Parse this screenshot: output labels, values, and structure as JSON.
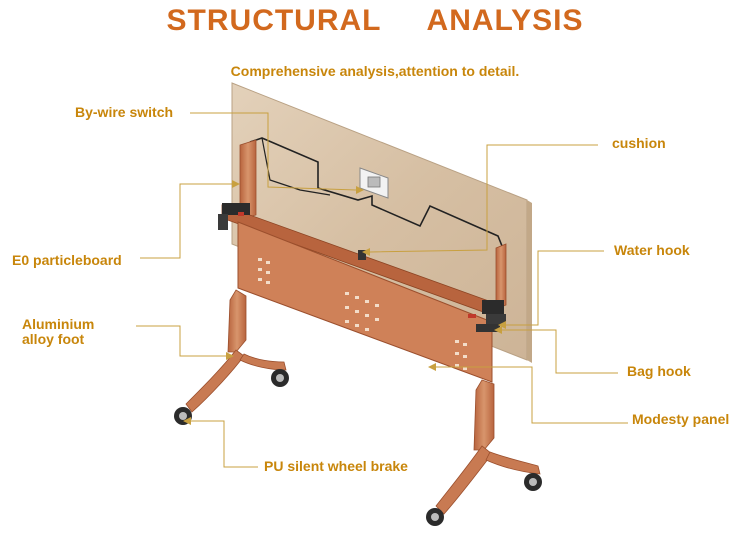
{
  "title": "STRUCTURAL     ANALYSIS",
  "subtitle": "Comprehensive analysis,attention to detail.",
  "colors": {
    "accent": "#d2691e",
    "label_text": "#c8860b",
    "leader_line": "#c8a040",
    "frame": "#c87a52",
    "tabletop": "#d9c3a8"
  },
  "labels": {
    "by_wire_switch": "By-wire switch",
    "cushion": "cushion",
    "e0_particleboard": "E0 particleboard",
    "water_hook": "Water hook",
    "aluminium_line1": "Aluminium",
    "aluminium_line2": "alloy foot",
    "bag_hook": "Bag hook",
    "modesty_panel": "Modesty panel",
    "pu_wheel": "PU silent wheel brake"
  }
}
